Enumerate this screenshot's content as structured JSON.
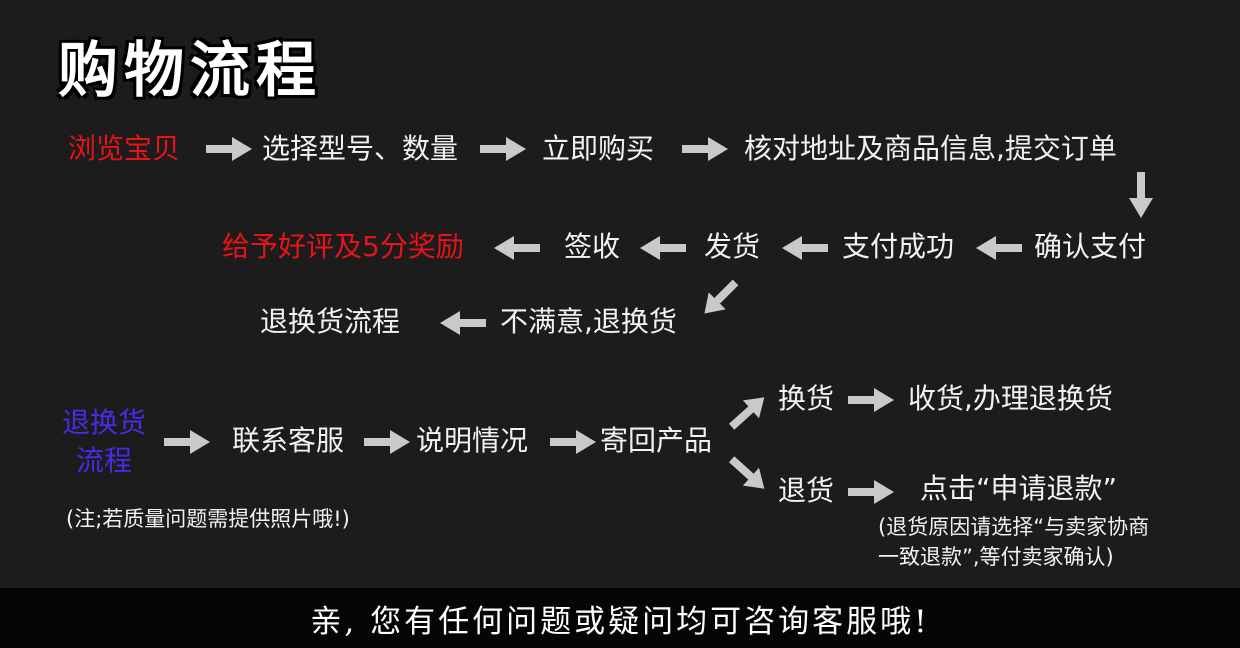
{
  "title": "购物流程",
  "nodes": {
    "browse": "浏览宝贝",
    "select_model": "选择型号、数量",
    "buy_now": "立即购买",
    "verify_order": "核对地址及商品信息,提交订单",
    "confirm_payment": "确认支付",
    "payment_success": "支付成功",
    "ship": "发货",
    "sign": "签收",
    "review": "给予好评及5分奖励",
    "unsatisfied": "不满意,退换货",
    "return_flow": "退换货流程"
  },
  "return_section": {
    "label_line1": "退换货",
    "label_line2": "流程",
    "contact": "联系客服",
    "explain": "说明情况",
    "send_back": "寄回产品",
    "exchange": "换货",
    "exchange_result": "收货,办理退换货",
    "refund": "退货",
    "refund_action": "点击“申请退款”",
    "refund_note_line1": "(退货原因请选择“与卖家协商",
    "refund_note_line2": "一致退款”,等付卖家确认)",
    "note": "(注;若质量问题需提供照片哦!)"
  },
  "footer": "亲, 您有任何问题或疑问均可咨询客服哦!",
  "colors": {
    "background": "#1c1c1c",
    "text": "#f2f2f2",
    "highlight_red": "#e8121a",
    "highlight_purple": "#4a2ae6",
    "arrow": "#c9c9c9",
    "footer_bg": "#050505"
  }
}
